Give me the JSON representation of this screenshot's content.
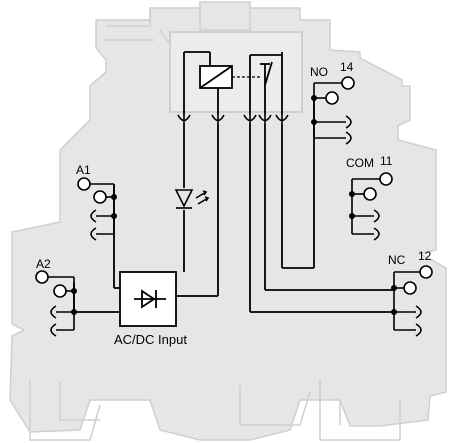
{
  "terminals": {
    "a1": "A1",
    "a2": "A2",
    "no": "NO",
    "no_num": "14",
    "com": "COM",
    "com_num": "11",
    "nc": "NC",
    "nc_num": "12"
  },
  "module": {
    "input_label": "AC/DC Input"
  },
  "colors": {
    "housing_fill": "#e6e6e6",
    "housing_stroke": "#c8c8c8",
    "wire": "#000000"
  },
  "icons": {
    "relay": "relay-coil-icon",
    "contact": "changeover-contact-icon",
    "led": "led-icon",
    "rectifier": "diode-rectifier-icon"
  }
}
